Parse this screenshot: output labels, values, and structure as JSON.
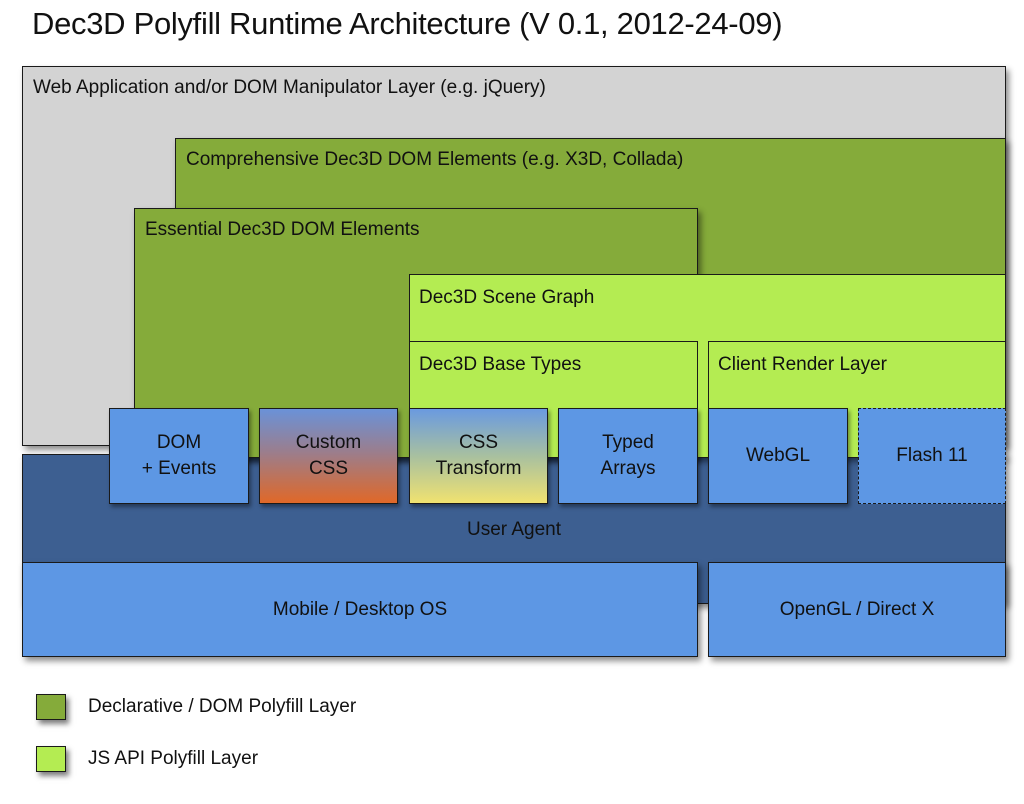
{
  "title": "Dec3D Polyfill Runtime Architecture (V 0.1, 2012-24-09)",
  "layers": {
    "web_app": "Web Application and/or DOM Manipulator Layer (e.g. jQuery)",
    "comprehensive": "Comprehensive Dec3D DOM Elements (e.g. X3D, Collada)",
    "essential": "Essential Dec3D DOM Elements",
    "scene_graph": "Dec3D Scene Graph",
    "base_types": "Dec3D Base Types",
    "client_render": "Client Render Layer",
    "user_agent": "User Agent",
    "os": "Mobile / Desktop OS",
    "gfx": "OpenGL / Direct X"
  },
  "components": [
    {
      "line1": "DOM",
      "line2": "+ Events"
    },
    {
      "line1": "Custom",
      "line2": "CSS"
    },
    {
      "line1": "CSS",
      "line2": "Transform"
    },
    {
      "line1": "Typed",
      "line2": "Arrays"
    },
    {
      "line1": "WebGL",
      "line2": ""
    },
    {
      "line1": "Flash 11",
      "line2": ""
    }
  ],
  "legend": [
    {
      "label": "Declarative / DOM Polyfill Layer",
      "color": "#85ab3a"
    },
    {
      "label": "JS API Polyfill Layer",
      "color": "#b4ec52"
    }
  ],
  "colors": {
    "web_app": "#d3d3d3",
    "declarative": "#85ab3a",
    "js_api": "#b4ec52",
    "component": "#5d97e4",
    "user_agent": "#3d5f91"
  }
}
